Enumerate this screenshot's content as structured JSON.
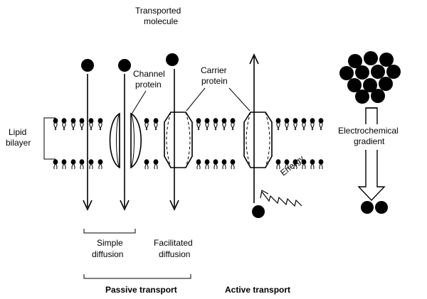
{
  "labels": {
    "transported_molecule_line1": "Transported",
    "transported_molecule_line2": "molecule",
    "channel_protein_line1": "Channel",
    "channel_protein_line2": "protein",
    "carrier_protein_line1": "Carrier",
    "carrier_protein_line2": "protein",
    "lipid_bilayer_line1": "Lipid",
    "lipid_bilayer_line2": "bilayer",
    "electrochemical_line1": "Electrochemical",
    "electrochemical_line2": "gradient",
    "energy": "Energy",
    "simple_diffusion_line1": "Simple",
    "simple_diffusion_line2": "diffusion",
    "facilitated_diffusion_line1": "Facilitated",
    "facilitated_diffusion_line2": "diffusion",
    "passive_transport": "Passive transport",
    "active_transport": "Active transport"
  },
  "colors": {
    "ink": "#000000",
    "background": "#ffffff"
  }
}
